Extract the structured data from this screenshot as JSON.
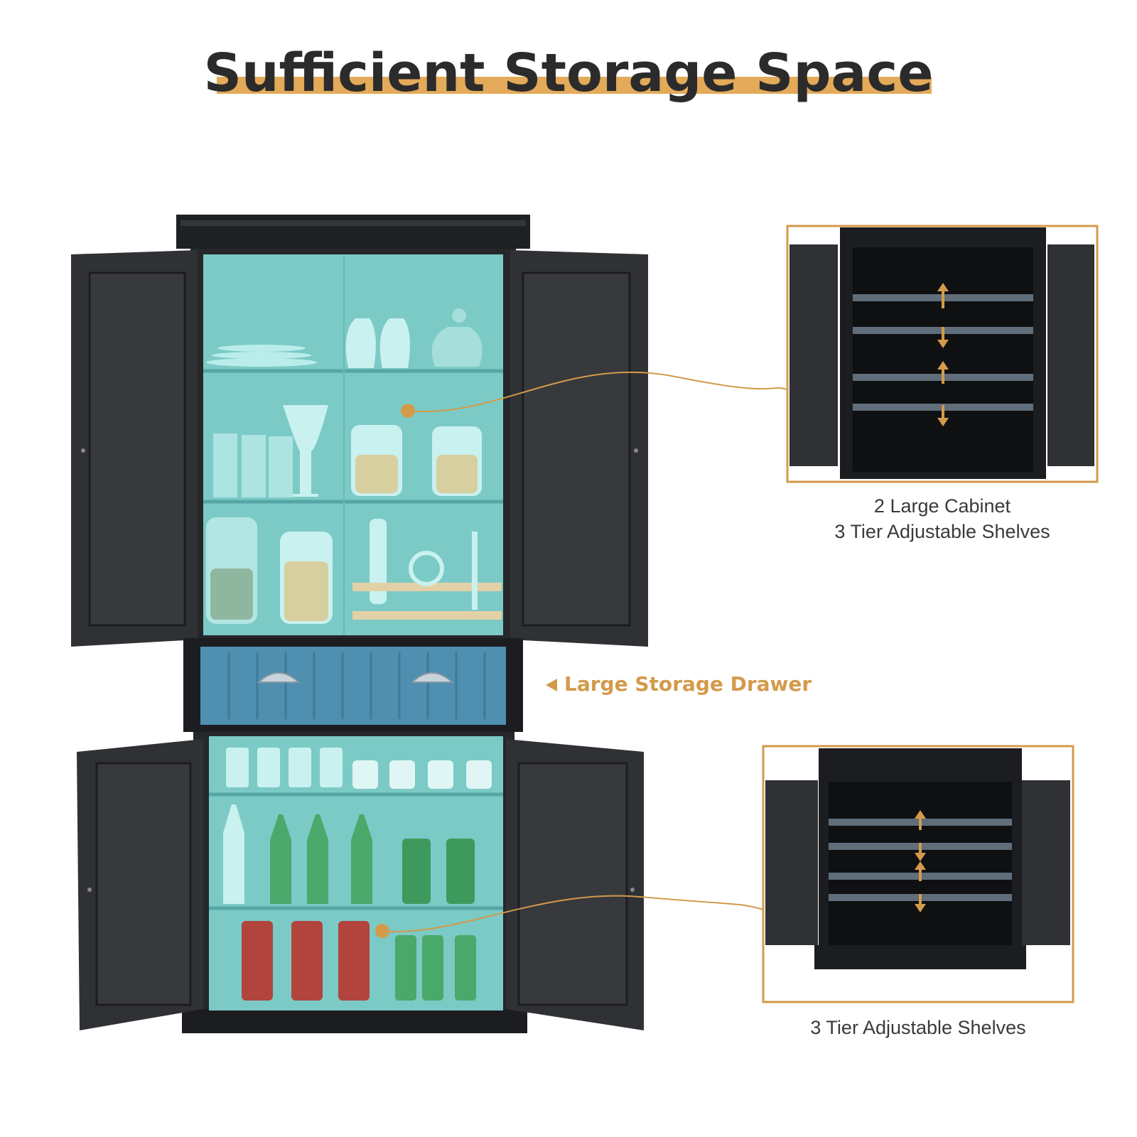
{
  "heading": {
    "title": "Sufficient Storage Space"
  },
  "callouts": {
    "upper": {
      "line1": "2 Large Cabinet",
      "line2": "3 Tier Adjustable Shelves"
    },
    "drawer": {
      "label": "Large Storage Drawer"
    },
    "lower": {
      "line1": "3 Tier Adjustable Shelves"
    }
  },
  "colors": {
    "accent": "#e3aa5a",
    "cabinet": "#2a2c2f",
    "highlight": "#7fd3cf",
    "drawer_highlight": "#4f8fb0"
  }
}
